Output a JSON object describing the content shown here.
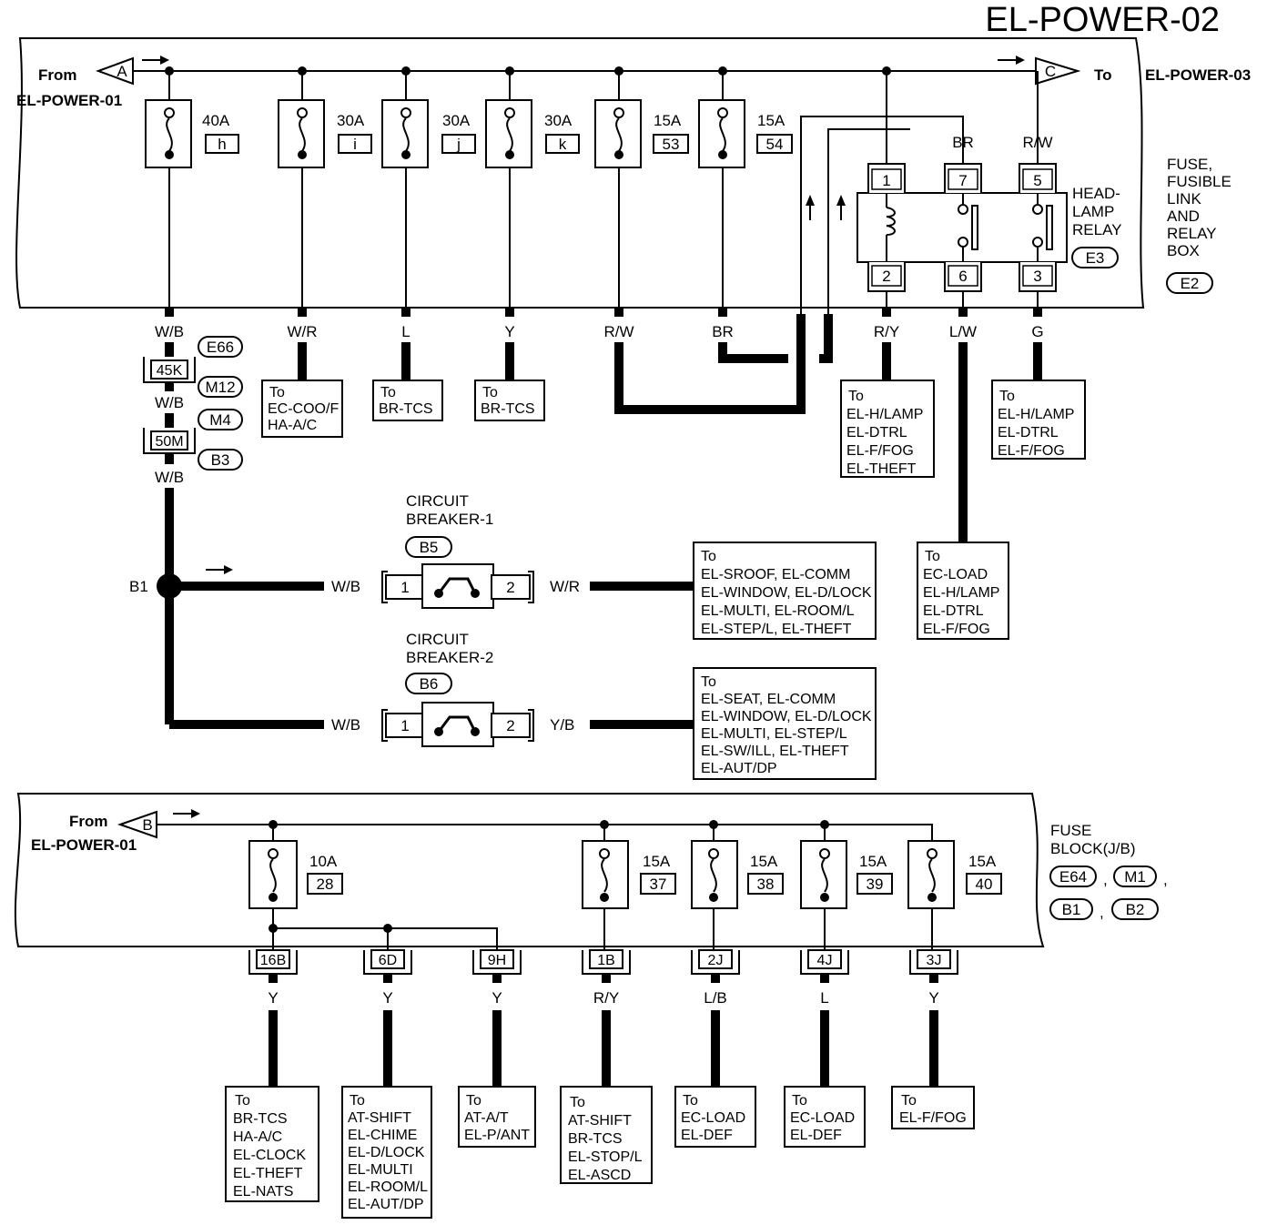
{
  "title": "EL-POWER-02",
  "top": {
    "from_label": "From",
    "from_ref": "EL-POWER-01",
    "in_conn": "A",
    "out_conn": "C",
    "to_label": "To",
    "to_ref": "EL-POWER-03",
    "box_label": [
      "FUSE,",
      "FUSIBLE",
      "LINK",
      "AND",
      "RELAY",
      "BOX"
    ],
    "box_conn": "E2",
    "fuses": [
      {
        "rating": "40A",
        "id": "h",
        "wire": "W/B"
      },
      {
        "rating": "30A",
        "id": "i",
        "wire": "W/R"
      },
      {
        "rating": "30A",
        "id": "j",
        "wire": "L"
      },
      {
        "rating": "30A",
        "id": "k",
        "wire": "Y"
      },
      {
        "rating": "15A",
        "id": "53",
        "wire": "R/W"
      },
      {
        "rating": "15A",
        "id": "54",
        "wire": "BR"
      }
    ],
    "relay": {
      "label": [
        "HEAD-",
        "LAMP",
        "RELAY"
      ],
      "conn": "E3",
      "top_pins": [
        "1",
        "7",
        "5"
      ],
      "bottom_pins": [
        "2",
        "6",
        "3"
      ],
      "top_wires": [
        "BR",
        "R/W"
      ],
      "bottom_wires": [
        "R/Y",
        "L/W",
        "G"
      ]
    },
    "destinations": [
      [
        "To",
        "EC-COO/F",
        "HA-A/C"
      ],
      [
        "To",
        "BR-TCS"
      ],
      [
        "To",
        "BR-TCS"
      ],
      [
        "To",
        "EL-H/LAMP",
        "EL-DTRL",
        "EL-F/FOG",
        "EL-THEFT"
      ],
      [
        "To",
        "EC-LOAD",
        "EL-H/LAMP",
        "EL-DTRL",
        "EL-F/FOG"
      ],
      [
        "To",
        "EL-H/LAMP",
        "EL-DTRL",
        "EL-F/FOG"
      ]
    ]
  },
  "harness": {
    "conn_labels": [
      "E66",
      "M12",
      "M4",
      "B3"
    ],
    "joints": [
      "45K",
      "50M"
    ],
    "wires": [
      "W/B",
      "W/B"
    ],
    "splice": "B1"
  },
  "breakers": [
    {
      "name": [
        "CIRCUIT",
        "BREAKER-1"
      ],
      "conn": "B5",
      "pins": [
        "1",
        "2"
      ],
      "in_wire": "W/B",
      "out_wire": "W/R",
      "dest": [
        "To",
        "EL-SROOF, EL-COMM",
        "EL-WINDOW, EL-D/LOCK",
        "EL-MULTI, EL-ROOM/L",
        "EL-STEP/L, EL-THEFT"
      ]
    },
    {
      "name": [
        "CIRCUIT",
        "BREAKER-2"
      ],
      "conn": "B6",
      "pins": [
        "1",
        "2"
      ],
      "in_wire": "W/B",
      "out_wire": "Y/B",
      "dest": [
        "To",
        "EL-SEAT, EL-COMM",
        "EL-WINDOW, EL-D/LOCK",
        "EL-MULTI, EL-STEP/L",
        "EL-SW/ILL, EL-THEFT",
        "EL-AUT/DP"
      ]
    }
  ],
  "bottom": {
    "from_label": "From",
    "from_ref": "EL-POWER-01",
    "in_conn": "B",
    "box_label": [
      "FUSE",
      "BLOCK(J/B)"
    ],
    "box_conns": [
      "E64",
      "M1",
      "B1",
      "B2"
    ],
    "sep": ",",
    "fuses": [
      {
        "rating": "10A",
        "id": "28"
      },
      {
        "rating": "15A",
        "id": "37"
      },
      {
        "rating": "15A",
        "id": "38"
      },
      {
        "rating": "15A",
        "id": "39"
      },
      {
        "rating": "15A",
        "id": "40"
      }
    ],
    "outputs": [
      {
        "pin": "16B",
        "wire": "Y",
        "dest": [
          "To",
          "BR-TCS",
          "HA-A/C",
          "EL-CLOCK",
          "EL-THEFT",
          "EL-NATS"
        ]
      },
      {
        "pin": "6D",
        "wire": "Y",
        "dest": [
          "To",
          "AT-SHIFT",
          "EL-CHIME",
          "EL-D/LOCK",
          "EL-MULTI",
          "EL-ROOM/L",
          "EL-AUT/DP"
        ]
      },
      {
        "pin": "9H",
        "wire": "Y",
        "dest": [
          "To",
          "AT-A/T",
          "EL-P/ANT"
        ]
      },
      {
        "pin": "1B",
        "wire": "R/Y",
        "dest": [
          "To",
          "AT-SHIFT",
          "BR-TCS",
          "EL-STOP/L",
          "EL-ASCD"
        ]
      },
      {
        "pin": "2J",
        "wire": "L/B",
        "dest": [
          "To",
          "EC-LOAD",
          "EL-DEF"
        ]
      },
      {
        "pin": "4J",
        "wire": "L",
        "dest": [
          "To",
          "EC-LOAD",
          "EL-DEF"
        ]
      },
      {
        "pin": "3J",
        "wire": "Y",
        "dest": [
          "To",
          "EL-F/FOG"
        ]
      }
    ]
  }
}
